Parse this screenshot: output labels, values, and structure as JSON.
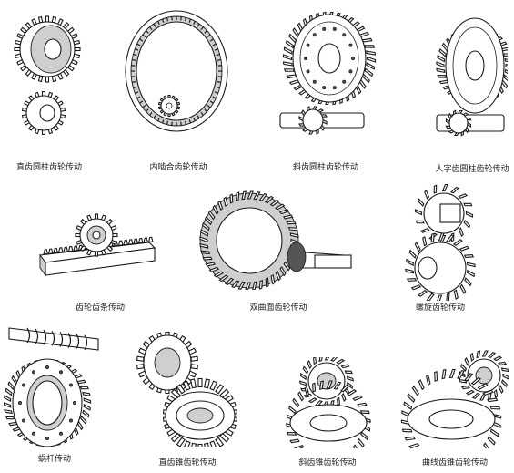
{
  "figures": [
    {
      "key": "spur",
      "icon": "spur-gear-pair-icon",
      "caption": "直齿圆柱齿轮传动"
    },
    {
      "key": "internal",
      "icon": "internal-gear-icon",
      "caption": "内啮合齿轮传动"
    },
    {
      "key": "helical",
      "icon": "helical-gear-icon",
      "caption": "斜齿圆柱齿轮传动"
    },
    {
      "key": "herringbone",
      "icon": "herringbone-gear-icon",
      "caption": "人字齿圆柱齿轮传动"
    },
    {
      "key": "rack",
      "icon": "rack-pinion-icon",
      "caption": "齿轮齿条传动"
    },
    {
      "key": "hypoid",
      "icon": "hypoid-gear-icon",
      "caption": "双曲面齿轮传动"
    },
    {
      "key": "crossed",
      "icon": "crossed-helical-gear-icon",
      "caption": "螺旋齿轮传动"
    },
    {
      "key": "worm",
      "icon": "worm-gear-icon",
      "caption": "蜗杆传动"
    },
    {
      "key": "straightbevel",
      "icon": "straight-bevel-gear-icon",
      "caption": "直齿锥齿轮传动"
    },
    {
      "key": "helicalbevel",
      "icon": "helical-bevel-gear-icon",
      "caption": "斜齿锥齿轮传动"
    },
    {
      "key": "spiralbevel",
      "icon": "spiral-bevel-gear-icon",
      "caption": "曲线齿锥齿轮传动"
    }
  ]
}
